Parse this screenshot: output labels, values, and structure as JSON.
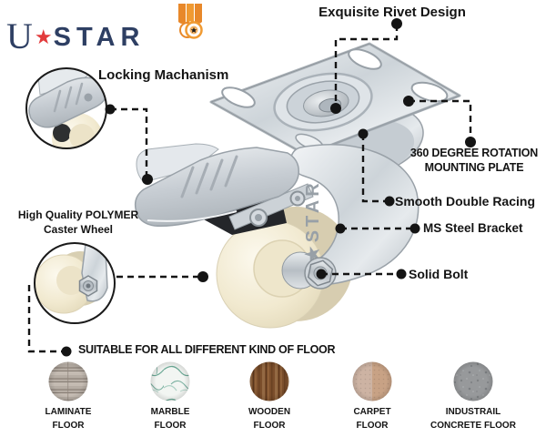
{
  "brand": {
    "logo_u": "U",
    "logo_star": "★",
    "logo_word": "STAR",
    "watermark": "U★STAR"
  },
  "callouts": {
    "rivet": "Exquisite Rivet Design",
    "locking": "Locking Machanism",
    "rotation_line1": "360 DEGREE ROTATION",
    "rotation_line2": "MOUNTING PLATE",
    "racing": "Smooth Double Racing",
    "bracket": "MS Steel Bracket",
    "bolt": "Solid Bolt",
    "wheel_line1": "High Quality POLYMER",
    "wheel_line2": "Caster Wheel"
  },
  "floors": {
    "heading": "SUITABLE FOR ALL DIFFERENT KIND OF FLOOR",
    "items": [
      {
        "line1": "LAMINATE",
        "line2": "FLOOR",
        "type": "laminate"
      },
      {
        "line1": "MARBLE",
        "line2": "FLOOR",
        "type": "marble"
      },
      {
        "line1": "WOODEN",
        "line2": "FLOOR",
        "type": "wooden"
      },
      {
        "line1": "CARPET",
        "line2": "FLOOR",
        "type": "carpet"
      },
      {
        "line1": "INDUSTRAIL",
        "line2": "CONCRETE FLOOR",
        "type": "concrete"
      }
    ]
  },
  "colors": {
    "navy": "#2e3f63",
    "red": "#e23b3c",
    "orange": "#ef9730",
    "text": "#141414",
    "wheel_ivory": "#f1ead1",
    "metal": "#ccd3d8"
  }
}
